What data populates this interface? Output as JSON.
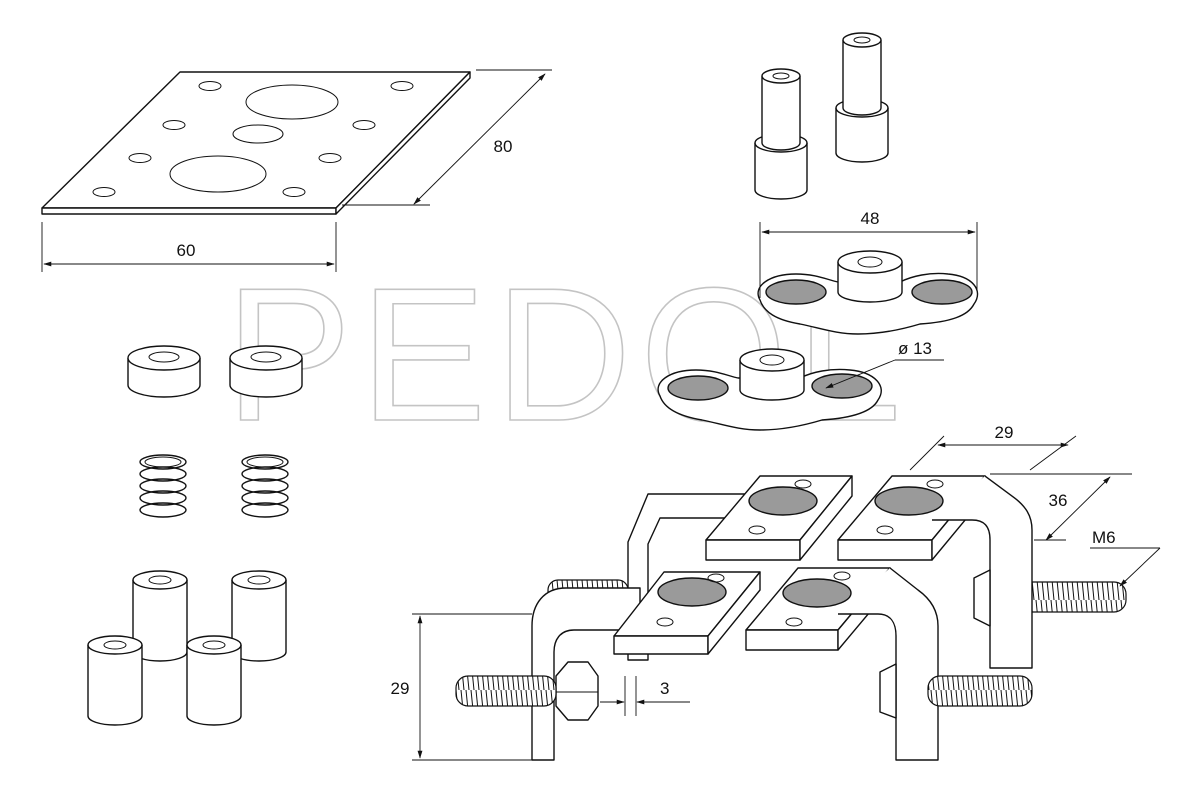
{
  "watermark": "PEDOL",
  "colors": {
    "line": "#111111",
    "pad_fill": "#9a9a9a",
    "part_fill": "#ffffff",
    "watermark_stroke": "#c4c4c4"
  },
  "dimensions": {
    "plate_width": "60",
    "plate_depth": "80",
    "pad_span": "48",
    "pad_diameter": "ø 13",
    "bracket_spacing": "29",
    "bracket_depth": "36",
    "thread_size": "M6",
    "bracket_height": "29",
    "gap_width": "3"
  }
}
